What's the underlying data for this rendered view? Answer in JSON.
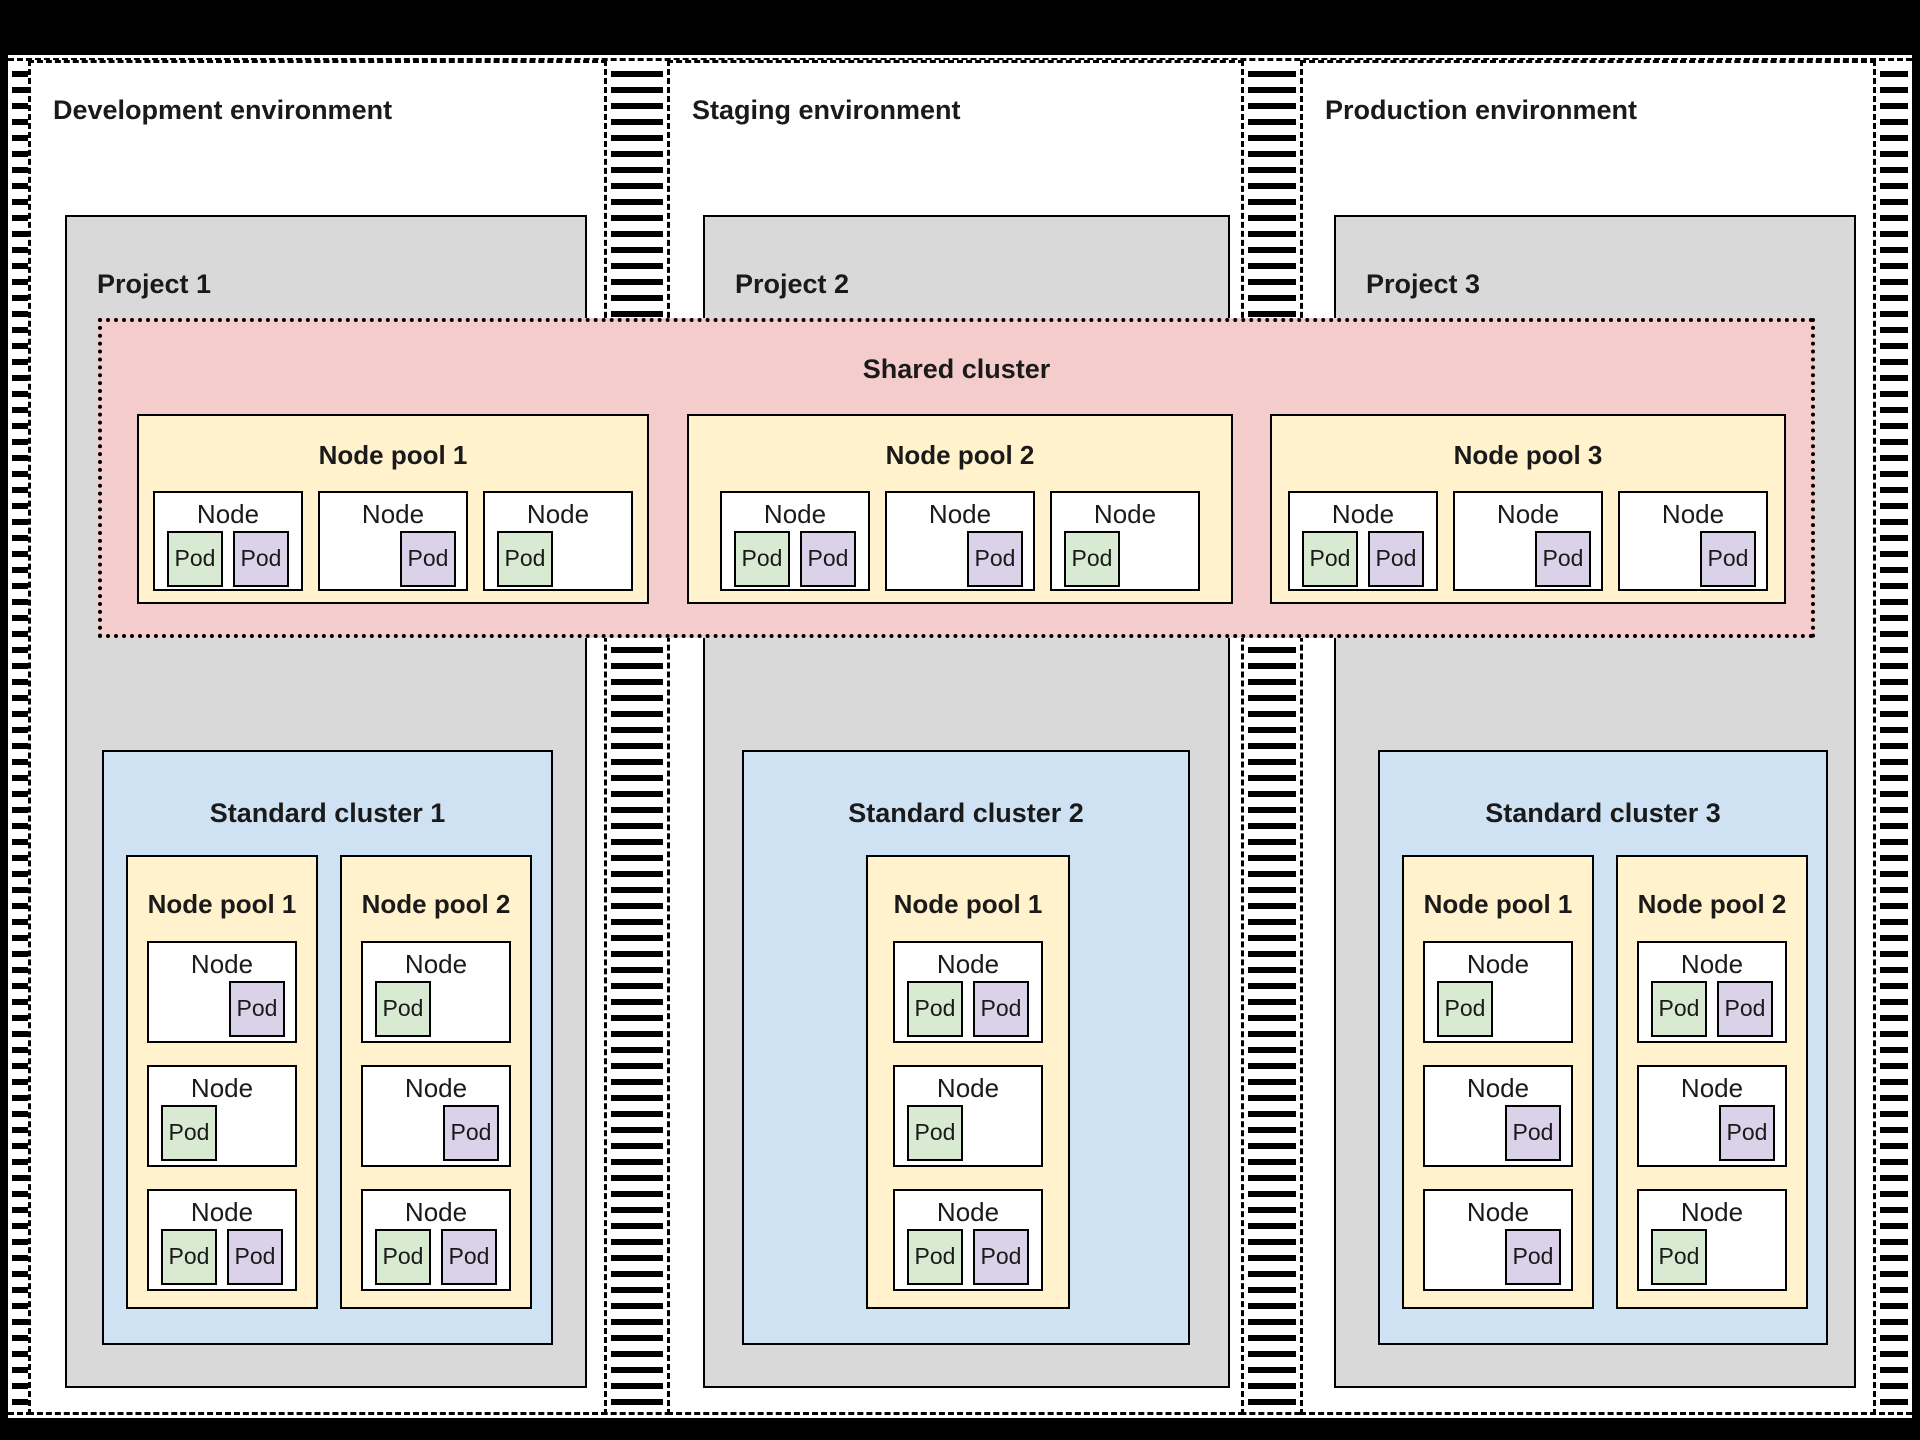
{
  "diagram": {
    "colors": {
      "project_gray": "#d9d9d9",
      "shared_pink": "#f4cccc",
      "pool_yellow": "#fff2cc",
      "cluster_blue": "#cfe2f3",
      "pod_green": "#d9ead3",
      "pod_purple": "#d9d2e9",
      "border_black": "#000000",
      "background_white": "#ffffff"
    },
    "shared_cluster": {
      "label": "Shared cluster",
      "node_pools": [
        {
          "label": "Node pool 1",
          "nodes": [
            {
              "label": "Node",
              "pods": [
                {
                  "label": "Pod",
                  "color": "green"
                },
                {
                  "label": "Pod",
                  "color": "purple"
                }
              ]
            },
            {
              "label": "Node",
              "pods": [
                {
                  "label": "Pod",
                  "color": "purple",
                  "position": "right"
                }
              ]
            },
            {
              "label": "Node",
              "pods": [
                {
                  "label": "Pod",
                  "color": "green",
                  "position": "left"
                }
              ]
            }
          ]
        },
        {
          "label": "Node pool 2",
          "nodes": [
            {
              "label": "Node",
              "pods": [
                {
                  "label": "Pod",
                  "color": "green"
                },
                {
                  "label": "Pod",
                  "color": "purple"
                }
              ]
            },
            {
              "label": "Node",
              "pods": [
                {
                  "label": "Pod",
                  "color": "purple",
                  "position": "right"
                }
              ]
            },
            {
              "label": "Node",
              "pods": [
                {
                  "label": "Pod",
                  "color": "green",
                  "position": "left"
                }
              ]
            }
          ]
        },
        {
          "label": "Node pool 3",
          "nodes": [
            {
              "label": "Node",
              "pods": [
                {
                  "label": "Pod",
                  "color": "green"
                },
                {
                  "label": "Pod",
                  "color": "purple"
                }
              ]
            },
            {
              "label": "Node",
              "pods": [
                {
                  "label": "Pod",
                  "color": "purple",
                  "position": "right"
                }
              ]
            },
            {
              "label": "Node",
              "pods": [
                {
                  "label": "Pod",
                  "color": "purple",
                  "position": "right"
                }
              ]
            }
          ]
        }
      ]
    },
    "environments": [
      {
        "label": "Development environment",
        "project": {
          "label": "Project 1"
        },
        "standard_cluster": {
          "label": "Standard cluster 1",
          "node_pools": [
            {
              "label": "Node pool 1",
              "nodes": [
                {
                  "label": "Node",
                  "pods": [
                    {
                      "label": "Pod",
                      "color": "purple",
                      "position": "right"
                    }
                  ]
                },
                {
                  "label": "Node",
                  "pods": [
                    {
                      "label": "Pod",
                      "color": "green",
                      "position": "left"
                    }
                  ]
                },
                {
                  "label": "Node",
                  "pods": [
                    {
                      "label": "Pod",
                      "color": "green"
                    },
                    {
                      "label": "Pod",
                      "color": "purple"
                    }
                  ]
                }
              ]
            },
            {
              "label": "Node pool 2",
              "nodes": [
                {
                  "label": "Node",
                  "pods": [
                    {
                      "label": "Pod",
                      "color": "green",
                      "position": "left"
                    }
                  ]
                },
                {
                  "label": "Node",
                  "pods": [
                    {
                      "label": "Pod",
                      "color": "purple",
                      "position": "right"
                    }
                  ]
                },
                {
                  "label": "Node",
                  "pods": [
                    {
                      "label": "Pod",
                      "color": "green"
                    },
                    {
                      "label": "Pod",
                      "color": "purple"
                    }
                  ]
                }
              ]
            }
          ]
        }
      },
      {
        "label": "Staging environment",
        "project": {
          "label": "Project 2"
        },
        "standard_cluster": {
          "label": "Standard cluster 2",
          "node_pools": [
            {
              "label": "Node pool 1",
              "nodes": [
                {
                  "label": "Node",
                  "pods": [
                    {
                      "label": "Pod",
                      "color": "green"
                    },
                    {
                      "label": "Pod",
                      "color": "purple"
                    }
                  ]
                },
                {
                  "label": "Node",
                  "pods": [
                    {
                      "label": "Pod",
                      "color": "green",
                      "position": "left"
                    }
                  ]
                },
                {
                  "label": "Node",
                  "pods": [
                    {
                      "label": "Pod",
                      "color": "green"
                    },
                    {
                      "label": "Pod",
                      "color": "purple"
                    }
                  ]
                }
              ]
            }
          ]
        }
      },
      {
        "label": "Production environment",
        "project": {
          "label": "Project 3"
        },
        "standard_cluster": {
          "label": "Standard cluster 3",
          "node_pools": [
            {
              "label": "Node pool 1",
              "nodes": [
                {
                  "label": "Node",
                  "pods": [
                    {
                      "label": "Pod",
                      "color": "green",
                      "position": "left"
                    }
                  ]
                },
                {
                  "label": "Node",
                  "pods": [
                    {
                      "label": "Pod",
                      "color": "purple",
                      "position": "right"
                    }
                  ]
                },
                {
                  "label": "Node",
                  "pods": [
                    {
                      "label": "Pod",
                      "color": "purple",
                      "position": "right"
                    }
                  ]
                }
              ]
            },
            {
              "label": "Node pool 2",
              "nodes": [
                {
                  "label": "Node",
                  "pods": [
                    {
                      "label": "Pod",
                      "color": "green"
                    },
                    {
                      "label": "Pod",
                      "color": "purple"
                    }
                  ]
                },
                {
                  "label": "Node",
                  "pods": [
                    {
                      "label": "Pod",
                      "color": "purple",
                      "position": "right"
                    }
                  ]
                },
                {
                  "label": "Node",
                  "pods": [
                    {
                      "label": "Pod",
                      "color": "green",
                      "position": "left"
                    }
                  ]
                }
              ]
            }
          ]
        }
      }
    ]
  }
}
